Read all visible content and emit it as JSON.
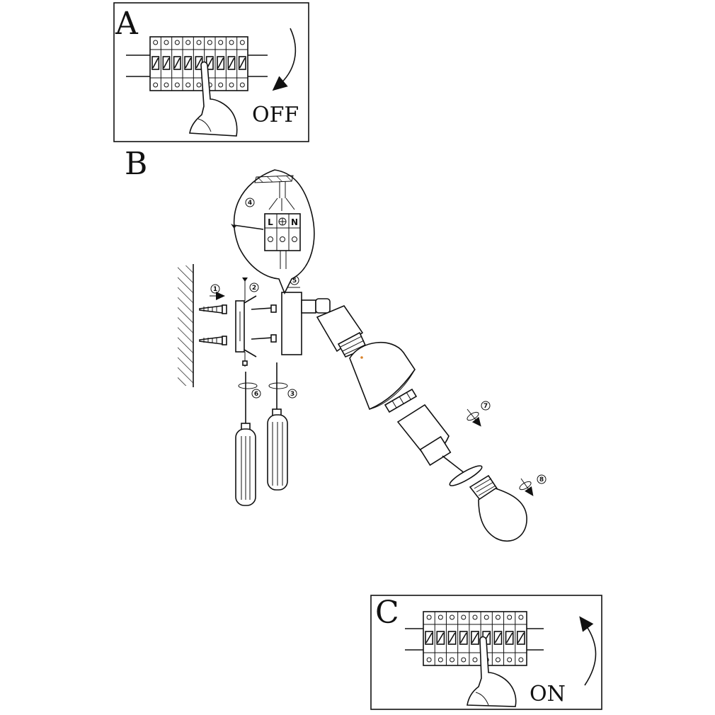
{
  "panels": {
    "a": {
      "label": "A",
      "switch_text": "OFF"
    },
    "b": {
      "label": "B"
    },
    "c": {
      "label": "C",
      "switch_text": "ON"
    }
  },
  "steps": [
    "1",
    "2",
    "3",
    "4",
    "5",
    "6",
    "7",
    "8"
  ],
  "terminals": [
    "L",
    "N"
  ],
  "colors": {
    "line": "#111111",
    "background": "#ffffff"
  }
}
